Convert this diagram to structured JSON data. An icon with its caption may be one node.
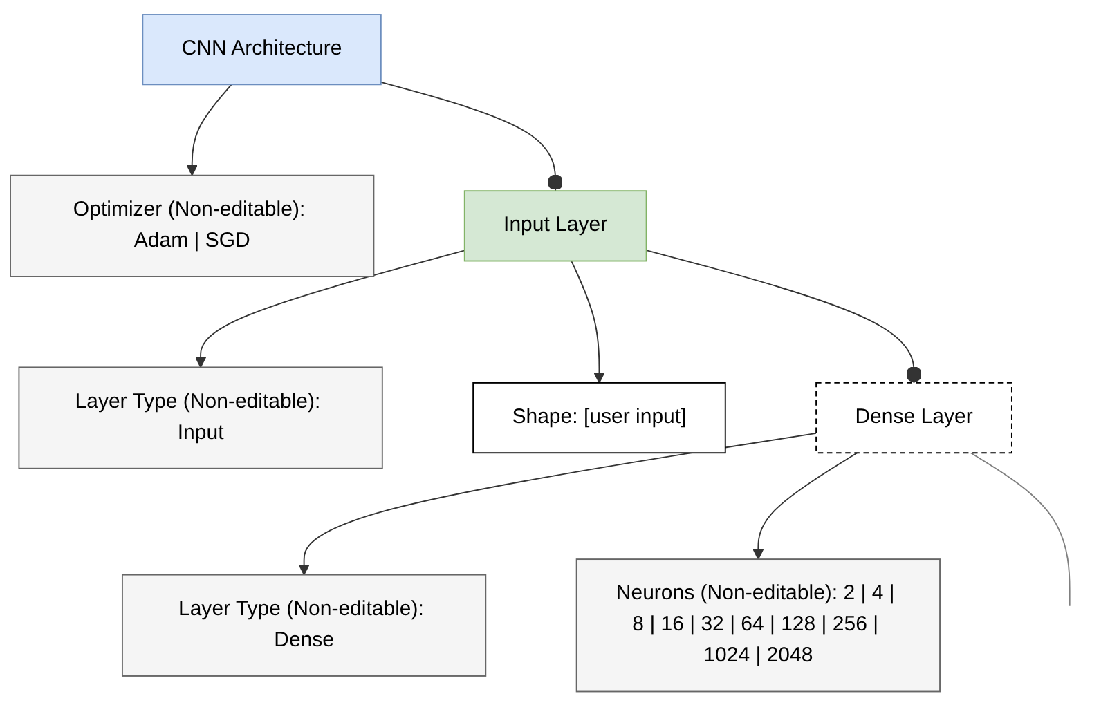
{
  "diagram": {
    "nodes": [
      {
        "text": [
          "CNN Architecture"
        ]
      },
      {
        "text": [
          "Optimizer (Non-editable): Adam | SGD"
        ]
      },
      {
        "text": [
          "Input Layer"
        ]
      },
      {
        "text": [
          "Layer Type (Non-editable): Input"
        ]
      },
      {
        "text": [
          "Shape: [user input]"
        ]
      },
      {
        "text": [
          "Dense Layer"
        ]
      },
      {
        "text": [
          "Layer Type (Non-editable): Dense"
        ]
      },
      {
        "text": [
          "Neurons (Non-editable): 2 | 4 | 8 | 16 | 32 | 64 | 128 | 256 | 1024 | 2048"
        ]
      }
    ],
    "edges": [
      {
        "from": 0,
        "to": 1,
        "arrow": "to"
      },
      {
        "from": 0,
        "to": 2,
        "arrow": "other"
      },
      {
        "from": 2,
        "to": 3,
        "arrow": "to"
      },
      {
        "from": 2,
        "to": 4,
        "arrow": "to"
      },
      {
        "from": 2,
        "to": 5,
        "arrow": "other"
      },
      {
        "from": 5,
        "to": 6,
        "arrow": "to"
      },
      {
        "from": 5,
        "to": 7,
        "arrow": "to"
      },
      {
        "from": 5,
        "to": null,
        "arrow": "none",
        "color": "#808080"
      }
    ]
  }
}
